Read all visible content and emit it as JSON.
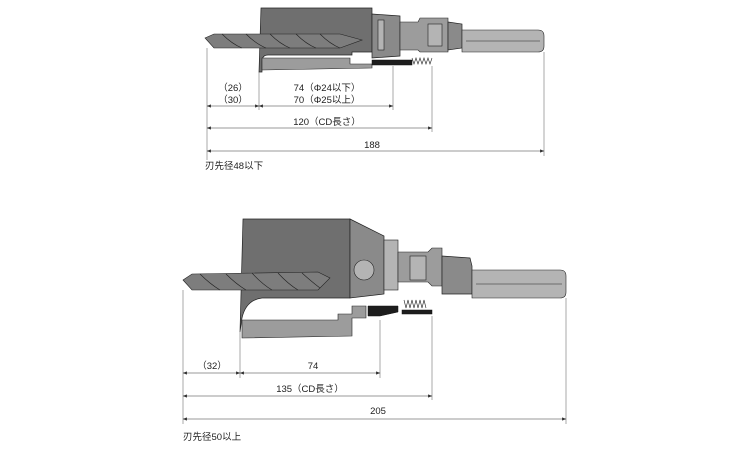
{
  "top_figure": {
    "caption": "刃先径48以下",
    "dims": {
      "d1_upper": "（26）",
      "d1_lower": "（30）",
      "d2_upper": "74（Φ24以下）",
      "d2_lower": "70（Φ25以上）",
      "d3": "120（CD長さ）",
      "d4": "188"
    }
  },
  "bottom_figure": {
    "caption": "刃先径50以上",
    "dims": {
      "d1": "（32）",
      "d2": "74",
      "d3": "135（CD長さ）",
      "d4": "205"
    }
  },
  "colors": {
    "body": "#6f6f6f",
    "light": "#b4b4b4",
    "dark": "#1d1d1d",
    "line": "#333333"
  }
}
